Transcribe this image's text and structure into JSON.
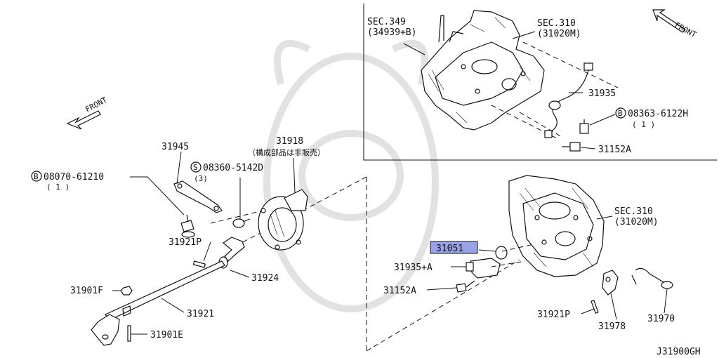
{
  "labels": {
    "front_left": "FRONT",
    "front_right": "FRONT",
    "sec349": "SEC.349",
    "sec349_sub": "(34939+B)",
    "sec310_top": "SEC.310",
    "sec310_top_sub": "(31020M)",
    "p31935": "31935",
    "bolt_b_top": "08363-6122H",
    "bolt_b_top_qty": "( 1 )",
    "p31152a_top": "31152A",
    "p31945": "31945",
    "p31918": "31918",
    "p31918_note": "（構成部品は非販売）",
    "bolt_b_left": "08070-61210",
    "bolt_b_left_qty": "( 1 )",
    "screw_s": "08360-5142D",
    "screw_s_qty": "(3)",
    "p31921p_left": "31921P",
    "p31924": "31924",
    "p31901f": "31901F",
    "p31921": "31921",
    "p31901e": "31901E",
    "sec310_mid": "SEC.310",
    "sec310_mid_sub": "(31020M)",
    "p31051": "31051",
    "p31935a": "31935+A",
    "p31152a_mid": "31152A",
    "p31921p_right": "31921P",
    "p31978": "31978",
    "p31970": "31970",
    "diagram_code": "J31900GH",
    "circle_b": "B",
    "circle_s": "S"
  },
  "colors": {
    "highlight": "#9aa3e8",
    "line": "#111111"
  }
}
